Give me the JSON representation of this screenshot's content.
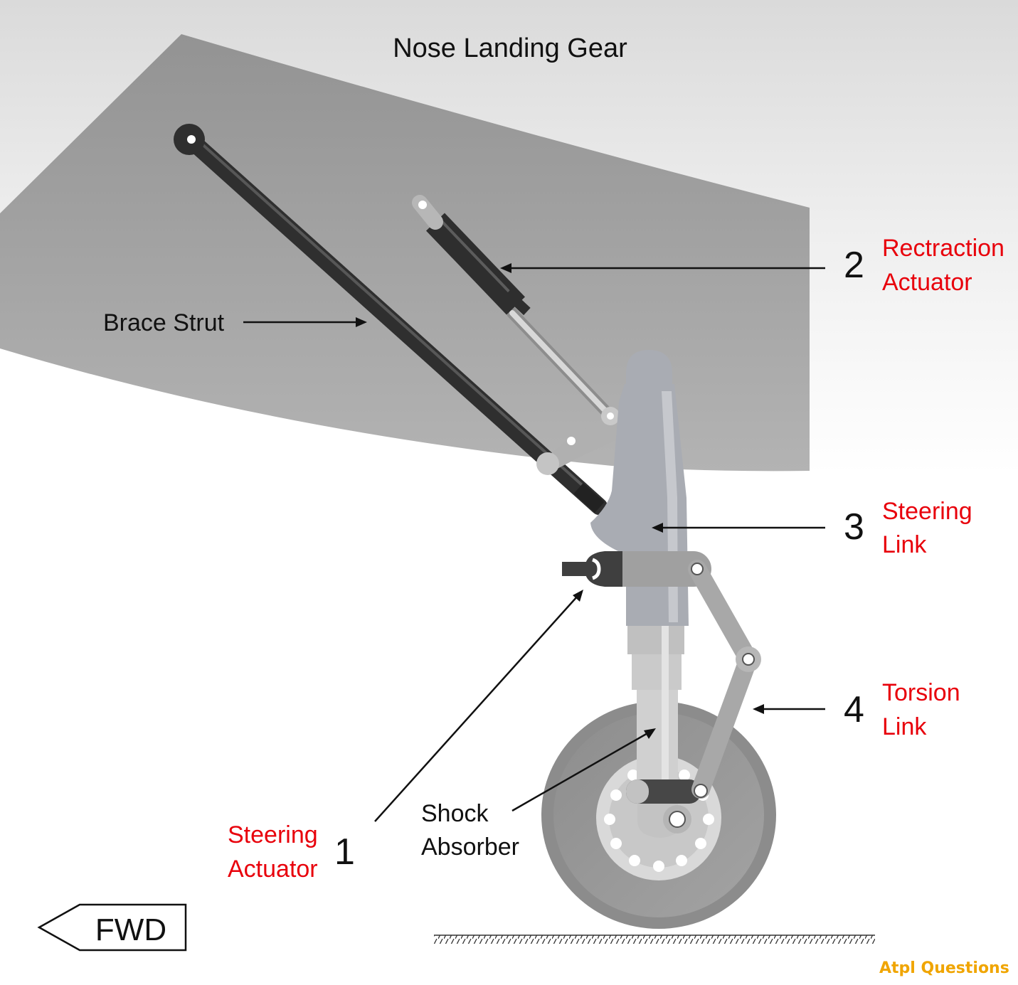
{
  "title": "Nose Landing Gear",
  "labels": {
    "brace_strut": "Brace Strut",
    "shock_absorber_line1": "Shock",
    "shock_absorber_line2": "Absorber"
  },
  "callouts": [
    {
      "number": "1",
      "line1": "Steering",
      "line2": "Actuator"
    },
    {
      "number": "2",
      "line1": "Rectraction",
      "line2": "Actuator"
    },
    {
      "number": "3",
      "line1": "Steering",
      "line2": "Link"
    },
    {
      "number": "4",
      "line1": "Torsion",
      "line2": "Link"
    }
  ],
  "direction_indicator": "FWD",
  "brand": {
    "prefix": "A",
    "mid": "tpl",
    "suffix": " Questions"
  },
  "colors": {
    "callout_red": "#e8000b",
    "brand_gold": "#f0a500",
    "fuselage_grey": "#9d9d9d",
    "strut_dark": "#333333",
    "leg_grey": "#a9acb3"
  }
}
